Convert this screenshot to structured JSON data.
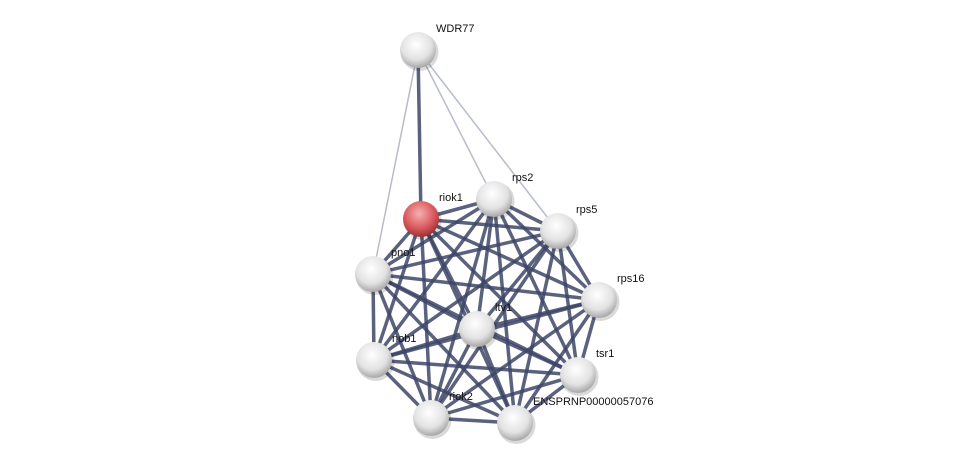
{
  "network": {
    "query_color": "#d9575b",
    "node_color": "#e8e8e8",
    "edge_color": "#3d4667",
    "weak_edge_color": "#b8bccb",
    "nodes": [
      {
        "id": "WDR77",
        "label": "WDR77",
        "query": false
      },
      {
        "id": "riok1",
        "label": "riok1",
        "query": true
      },
      {
        "id": "rps2",
        "label": "rps2",
        "query": false
      },
      {
        "id": "rps5",
        "label": "rps5",
        "query": false
      },
      {
        "id": "pno1",
        "label": "pno1",
        "query": false
      },
      {
        "id": "rps16",
        "label": "rps16",
        "query": false
      },
      {
        "id": "ltv1",
        "label": "ltv1",
        "query": false
      },
      {
        "id": "nob1",
        "label": "nob1",
        "query": false
      },
      {
        "id": "tsr1",
        "label": "tsr1",
        "query": false
      },
      {
        "id": "riok2",
        "label": "riok2",
        "query": false
      },
      {
        "id": "ENSPRNP00000057076",
        "label": "ENSPRNP00000057076",
        "query": false
      }
    ],
    "weak_edges": [
      [
        "WDR77",
        "pno1"
      ],
      [
        "WDR77",
        "rps2"
      ],
      [
        "WDR77",
        "rps5"
      ]
    ],
    "strong_edges_from_hub": [
      [
        "WDR77",
        "riok1"
      ]
    ],
    "dense_cluster": [
      "riok1",
      "rps2",
      "rps5",
      "pno1",
      "rps16",
      "ltv1",
      "nob1",
      "tsr1",
      "riok2",
      "ENSPRNP00000057076"
    ]
  }
}
